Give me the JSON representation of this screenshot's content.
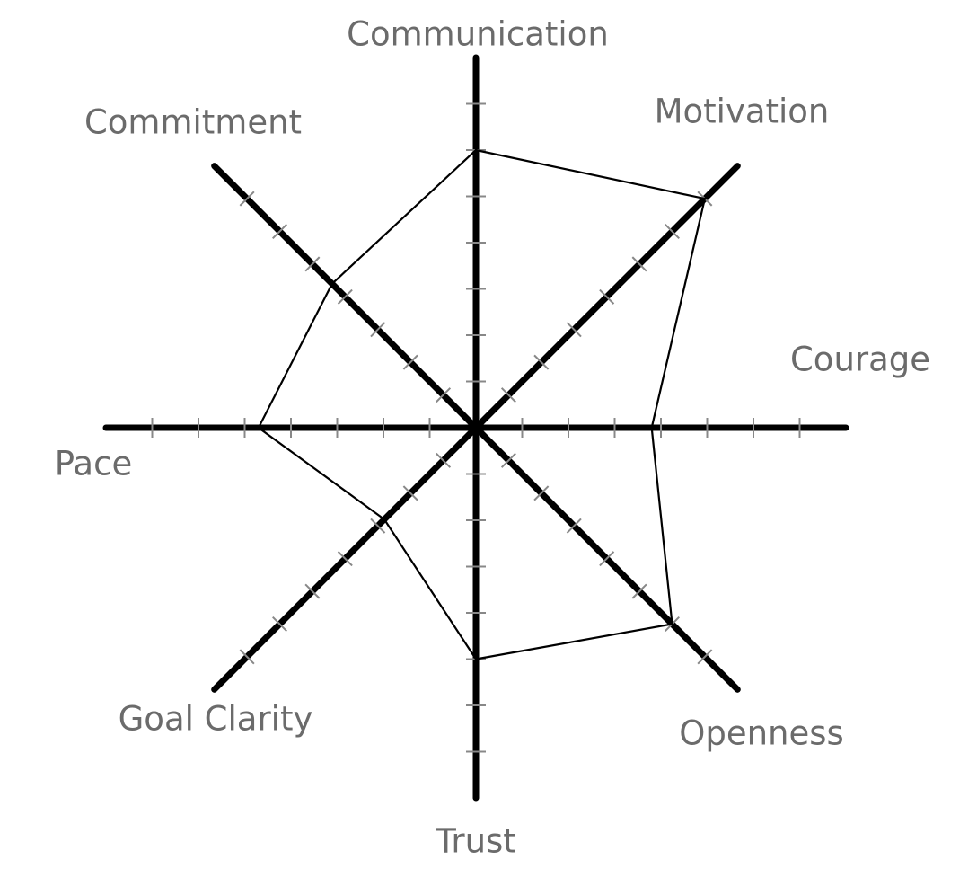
{
  "chart_data": {
    "type": "radar",
    "title": "",
    "scale_max": 7,
    "ticks_per_axis": 7,
    "colors": {
      "axis": "#000000",
      "tick": "#888888",
      "polygon": "#000000",
      "label": "#6b6b6b"
    },
    "axes": [
      {
        "label": "Communication",
        "value": 6
      },
      {
        "label": "Motivation",
        "value": 7
      },
      {
        "label": "Courage",
        "value": 3.8
      },
      {
        "label": "Openness",
        "value": 6
      },
      {
        "label": "Trust",
        "value": 5
      },
      {
        "label": "Goal Clarity",
        "value": 2.8
      },
      {
        "label": "Pace",
        "value": 4.7
      },
      {
        "label": "Commitment",
        "value": 4.4
      }
    ]
  }
}
